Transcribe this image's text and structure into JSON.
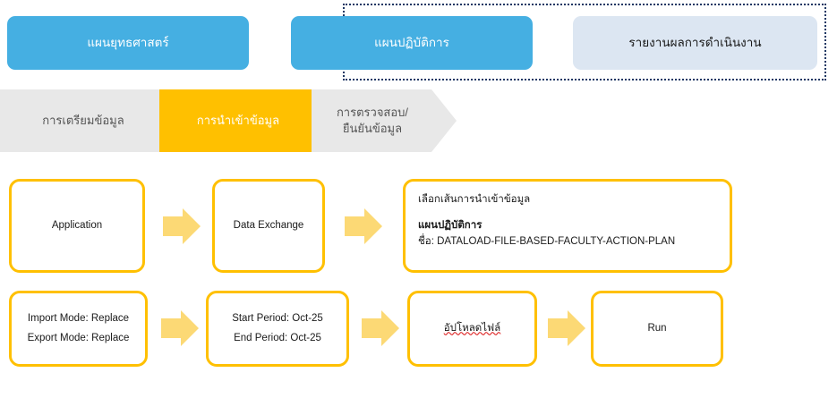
{
  "selector_row": {
    "dotted_highlight_label": "dotted-selection-frame",
    "tabs": [
      {
        "id": "strategic-plan",
        "label": "แผนยุทธศาสตร์",
        "style": "primary"
      },
      {
        "id": "action-plan",
        "label": "แผนปฏิบัติการ",
        "style": "primary"
      },
      {
        "id": "progress-report",
        "label": "รายงานผลการดำเนินงาน",
        "style": "secondary"
      }
    ]
  },
  "step_bar": {
    "steps": [
      {
        "id": "prepare",
        "label": "การเตรียมข้อมูล",
        "active": false
      },
      {
        "id": "import",
        "label": "การนำเข้าข้อมูล",
        "active": true
      },
      {
        "id": "verify",
        "label_line1": "การตรวจสอบ/",
        "label_line2": "ยืนยันข้อมูล",
        "active": false
      }
    ]
  },
  "flow": {
    "row1": {
      "application": "Application",
      "data_exchange": "Data Exchange",
      "import_line": {
        "heading": "เลือกเส้นการนำเข้าข้อมูล",
        "plan_name": "แผนปฏิบัติการ",
        "job_label": "ชื่อ: DATALOAD-FILE-BASED-FACULTY-ACTION-PLAN"
      }
    },
    "row2": {
      "import_mode": "Import Mode: Replace",
      "export_mode": "Export Mode: Replace",
      "start_period": "Start Period: Oct-25",
      "end_period": "End Period: Oct-25",
      "upload_file": "อัปโหลดไฟล์",
      "run": "Run"
    }
  },
  "colors": {
    "primary_blue": "#45AFE2",
    "light_blue": "#DCE6F2",
    "amber": "#FFC000",
    "arrow_yellow": "#FCD975",
    "step_grey": "#E8E8E8",
    "dotted_navy": "#1F3864",
    "spellcheck_red": "#E03030"
  }
}
